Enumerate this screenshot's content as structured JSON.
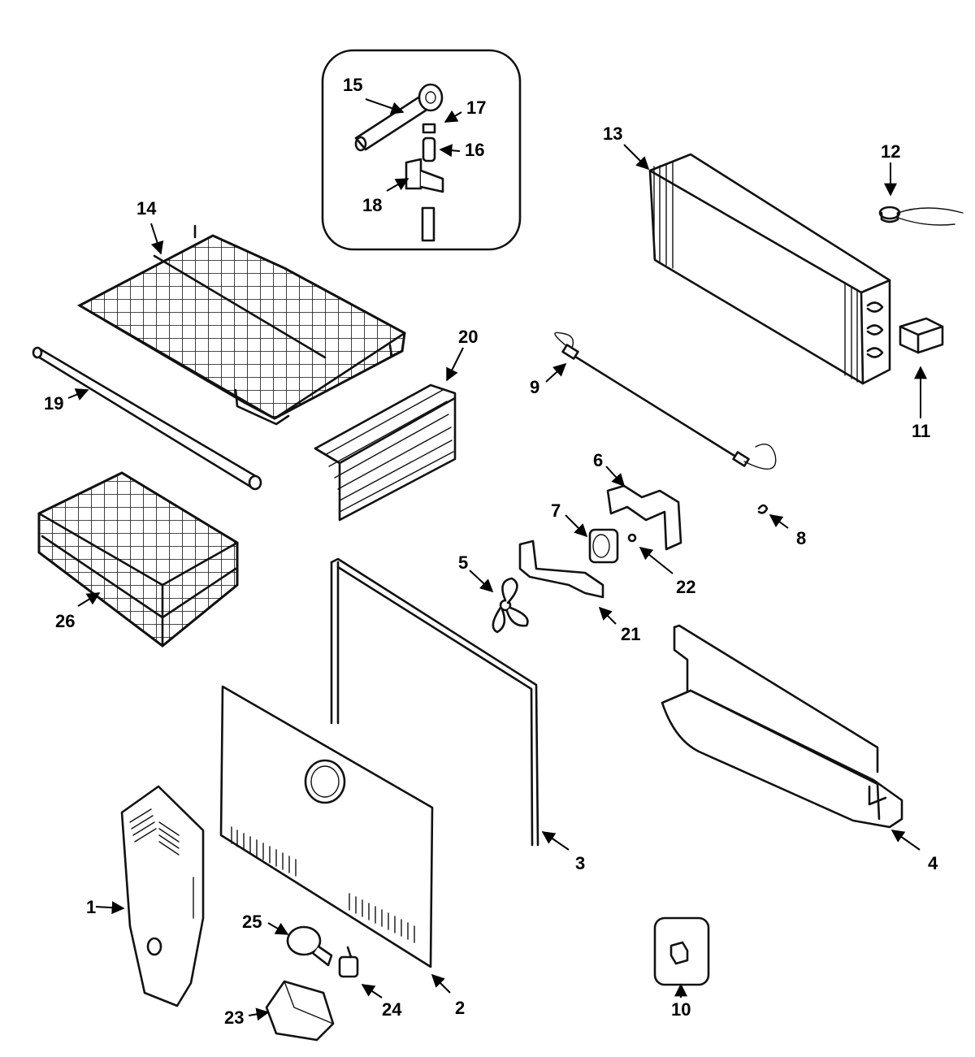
{
  "diagram": {
    "parts": [
      {
        "key": "p1",
        "label": "1"
      },
      {
        "key": "p2",
        "label": "2"
      },
      {
        "key": "p3",
        "label": "3"
      },
      {
        "key": "p4",
        "label": "4"
      },
      {
        "key": "p5",
        "label": "5"
      },
      {
        "key": "p6",
        "label": "6"
      },
      {
        "key": "p7",
        "label": "7"
      },
      {
        "key": "p8",
        "label": "8"
      },
      {
        "key": "p9",
        "label": "9"
      },
      {
        "key": "p10",
        "label": "10"
      },
      {
        "key": "p11",
        "label": "11"
      },
      {
        "key": "p12",
        "label": "12"
      },
      {
        "key": "p13",
        "label": "13"
      },
      {
        "key": "p14",
        "label": "14"
      },
      {
        "key": "p15",
        "label": "15"
      },
      {
        "key": "p16",
        "label": "16"
      },
      {
        "key": "p17",
        "label": "17"
      },
      {
        "key": "p18",
        "label": "18"
      },
      {
        "key": "p19",
        "label": "19"
      },
      {
        "key": "p20",
        "label": "20"
      },
      {
        "key": "p21",
        "label": "21"
      },
      {
        "key": "p22",
        "label": "22"
      },
      {
        "key": "p23",
        "label": "23"
      },
      {
        "key": "p24",
        "label": "24"
      },
      {
        "key": "p25",
        "label": "25"
      },
      {
        "key": "p26",
        "label": "26"
      }
    ]
  }
}
